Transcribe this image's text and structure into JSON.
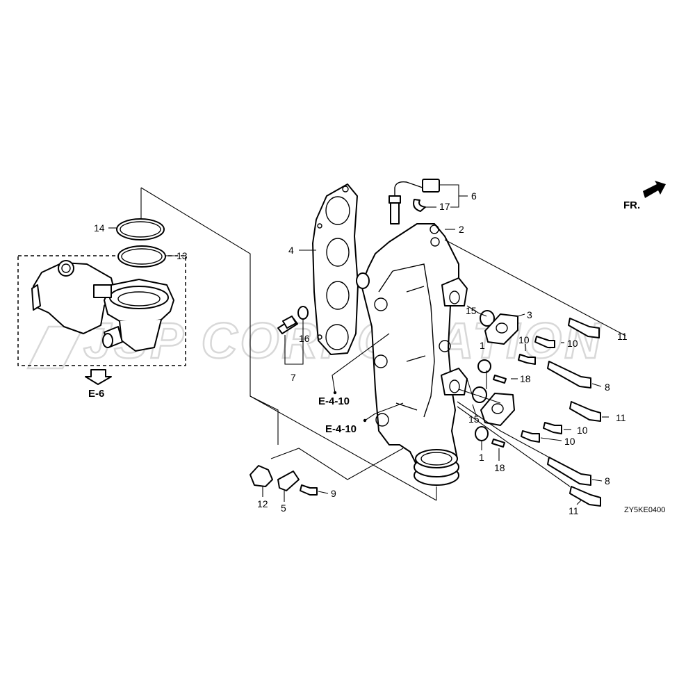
{
  "diagram": {
    "callouts": {
      "c1a": "1",
      "c1b": "1",
      "c2": "2",
      "c3": "3",
      "c4": "4",
      "c5": "5",
      "c6": "6",
      "c7": "7",
      "c8a": "8",
      "c8b": "8",
      "c9": "9",
      "c10a": "10",
      "c10b": "10",
      "c10c": "10",
      "c10d": "10",
      "c11a": "11",
      "c11b": "11",
      "c11c": "11",
      "c12": "12",
      "c13": "13",
      "c14": "14",
      "c15a": "15",
      "c15b": "15",
      "c16": "16",
      "c17": "17",
      "c18a": "18",
      "c18b": "18"
    },
    "references": {
      "e6": "E-6",
      "e410a": "E-4-10",
      "e410b": "E-4-10"
    },
    "front_label": "FR.",
    "diagram_code": "ZY5KE0400",
    "watermark": "JSP CORPORATION"
  }
}
